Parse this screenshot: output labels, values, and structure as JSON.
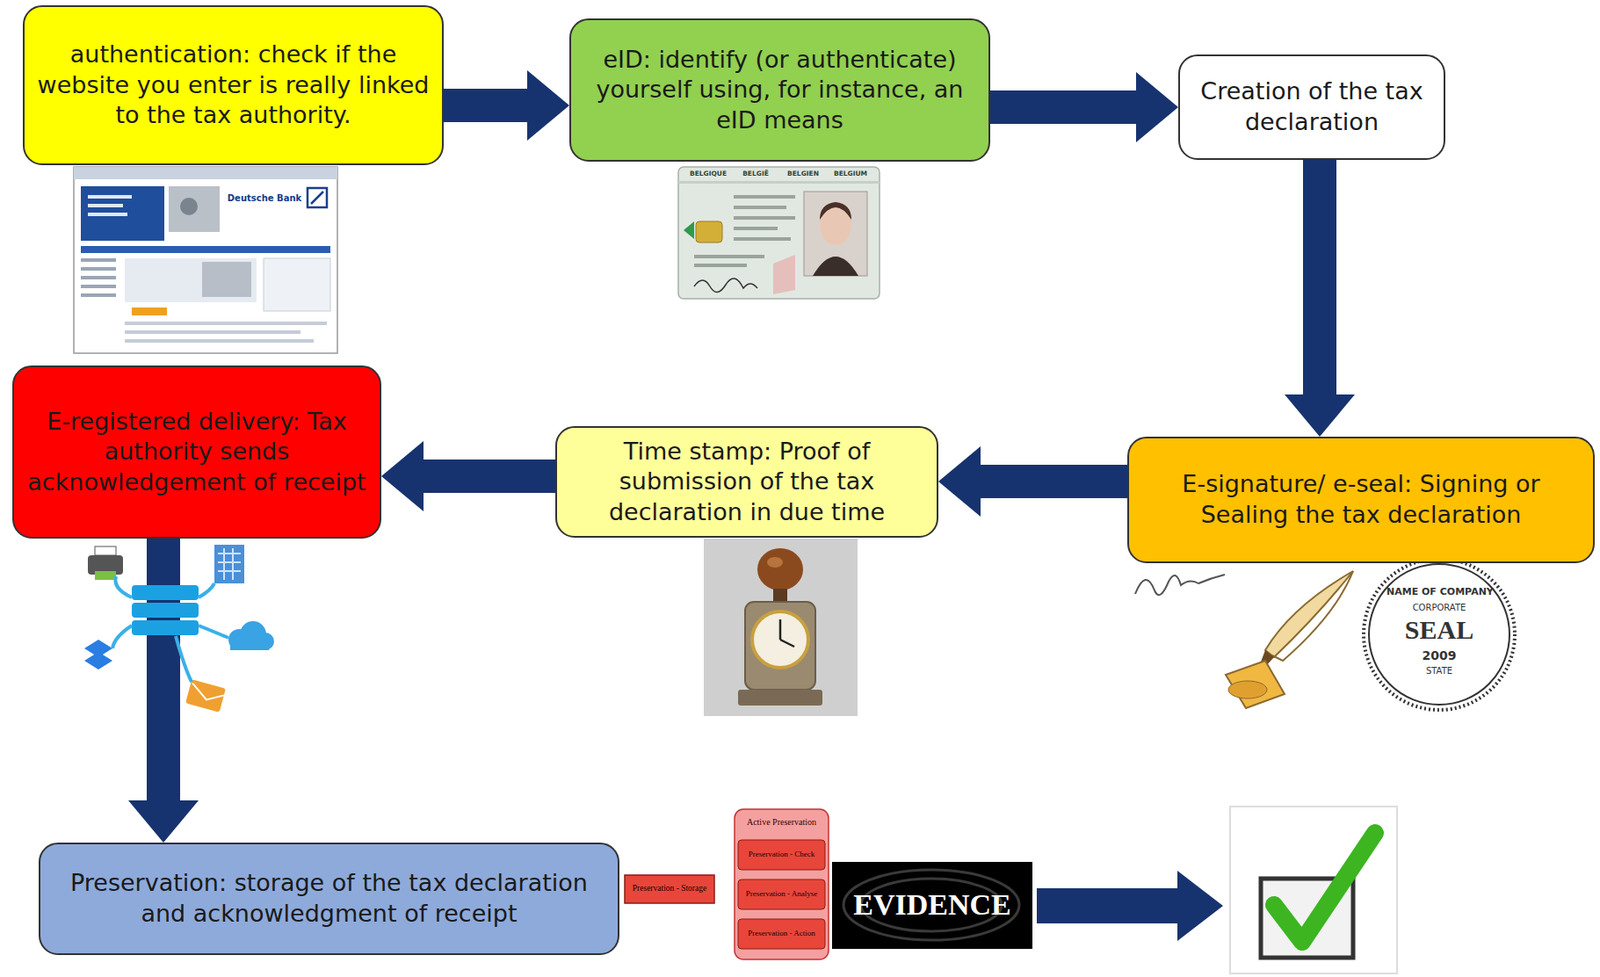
{
  "diagram": {
    "nodes": [
      {
        "text": [
          "authentication: check if the website you enter is really linked to the tax authority."
        ]
      },
      {
        "text": [
          "eID: identify (or authenticate) yourself using, for instance, an eID means"
        ]
      },
      {
        "text": [
          "Creation of the tax declaration"
        ]
      },
      {
        "text": [
          "E-signature/ e-seal: Signing or Sealing the tax declaration"
        ]
      },
      {
        "text": [
          "Time stamp: Proof of submission of the tax declaration in due time"
        ]
      },
      {
        "text": [
          "E-registered delivery: Tax authority sends acknowledgement of receipt"
        ]
      },
      {
        "text": [
          "Preservation: storage of the tax declaration and acknowledgment of receipt"
        ]
      }
    ],
    "edges": [
      {
        "from": 0,
        "to": 1,
        "arrow": "to"
      },
      {
        "from": 1,
        "to": 2,
        "arrow": "to"
      },
      {
        "from": 2,
        "to": 3,
        "arrow": "to"
      },
      {
        "from": 3,
        "to": 4,
        "arrow": "to"
      },
      {
        "from": 4,
        "to": 5,
        "arrow": "to"
      },
      {
        "from": 5,
        "to": 6,
        "arrow": "to"
      }
    ],
    "labels": [
      "Deutsche Bank",
      "BELGIQUE",
      "BELGIË",
      "BELGIEN",
      "BELGIUM",
      "NAME OF COMPANY",
      "CORPORATE",
      "SEAL",
      "2009",
      "STATE",
      "Preservation - Storage",
      "Active Preservation",
      "Preservation - Check",
      "Preservation - Analyse",
      "Preservation - Action",
      "EVIDENCE"
    ]
  }
}
